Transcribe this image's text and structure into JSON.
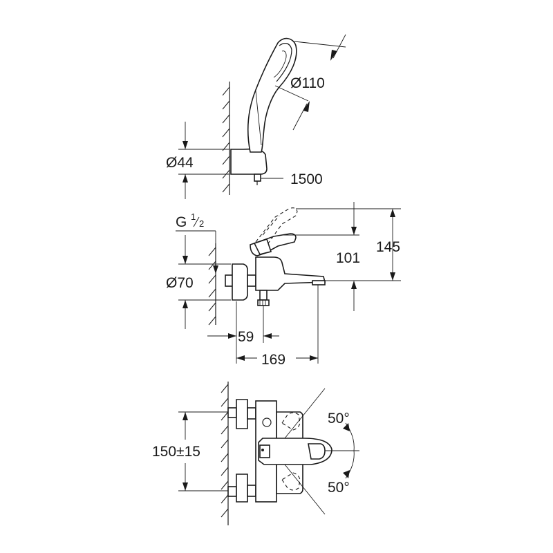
{
  "dimensions": {
    "handshower_diameter": "Ø110",
    "holder_diameter": "Ø44",
    "hose_length": "1500",
    "thread_main": "G",
    "thread_num": "1",
    "thread_den": "2",
    "escutcheon_diameter": "Ø70",
    "spout_height": "101",
    "lever_height": "145",
    "outlet_offset": "59",
    "projection": "169",
    "centres": "150±15",
    "angle_upper": "50°",
    "angle_lower": "50°"
  }
}
